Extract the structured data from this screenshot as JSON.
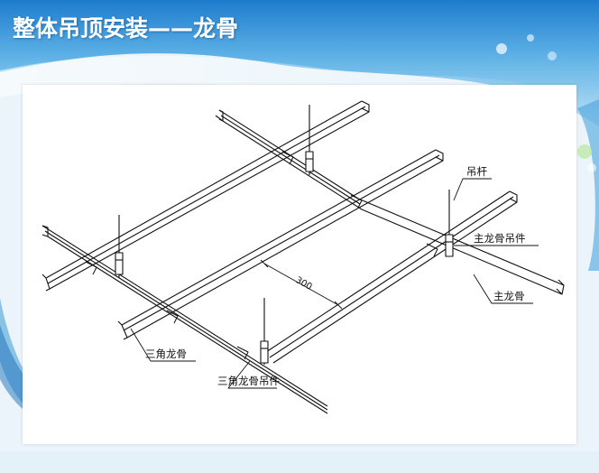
{
  "slide": {
    "title": "整体吊顶安装——龙骨"
  },
  "diagram": {
    "labels": {
      "hanger_rod": "吊杆",
      "main_keel_hanger": "主龙骨吊件",
      "main_keel": "主龙骨",
      "triangle_keel": "三角龙骨",
      "triangle_keel_hanger": "三角龙骨吊件"
    },
    "dimension": "300"
  },
  "colors": {
    "sky_blue": "#3d9ad6",
    "deep_blue": "#1b6fb7",
    "line": "#111111"
  }
}
